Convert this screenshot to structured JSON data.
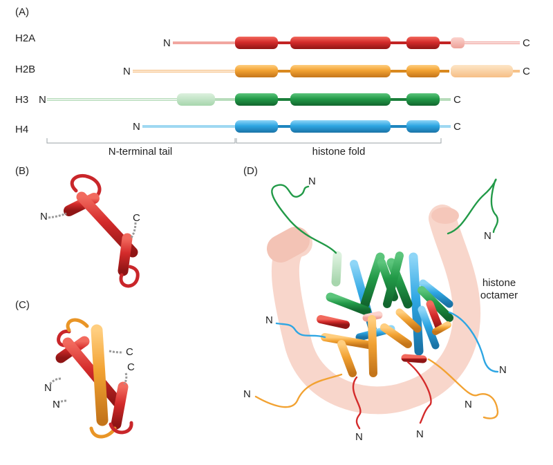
{
  "panels": {
    "a": "(A)",
    "b": "(B)",
    "c": "(C)",
    "d": "(D)"
  },
  "rows": [
    {
      "name": "H2A",
      "n": "N",
      "c": "C"
    },
    {
      "name": "H2B",
      "n": "N",
      "c": "C"
    },
    {
      "name": "H3",
      "n": "N",
      "c": "C"
    },
    {
      "name": "H4",
      "n": "N",
      "c": "C"
    }
  ],
  "regions": {
    "tail": "N-terminal tail",
    "fold": "histone fold"
  },
  "octamer": {
    "line1": "histone",
    "line2": "octamer"
  },
  "terminal_n": "N",
  "terminal_c": "C",
  "colors": {
    "h2a": "#d42b2b",
    "h2a_light": "#f5b3aa",
    "h2b": "#f2a232",
    "h2b_light": "#fbd4a5",
    "h3": "#229a48",
    "h3_light": "#bfe3c3",
    "h4": "#2ea6e3",
    "h4_light": "#9fd8f2",
    "dna": "#f8d6cb"
  }
}
